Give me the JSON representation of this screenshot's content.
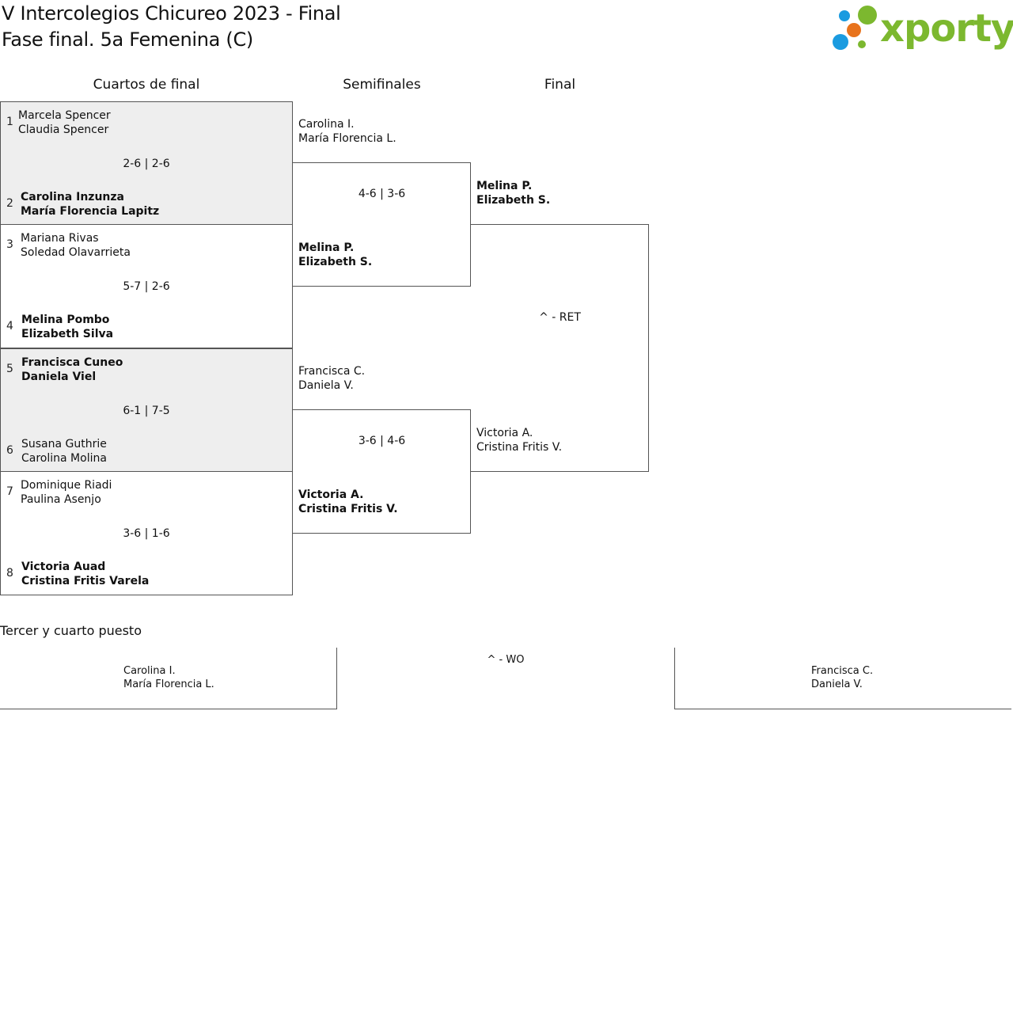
{
  "header": {
    "title_line1": "V Intercolegios Chicureo 2023 - Final",
    "title_line2": "Fase final. 5a Femenina (C)",
    "logo_text": "xporty",
    "brand_green": "#7cb82f",
    "brand_blue": "#1a9be0",
    "brand_orange": "#e8731c"
  },
  "rounds": {
    "quarters": "Cuartos de final",
    "semis": "Semifinales",
    "final": "Final"
  },
  "quarterfinals": [
    {
      "top": {
        "seed": "1",
        "p1": "Marcela Spencer",
        "p2": "Claudia Spencer"
      },
      "score": "2-6 | 2-6",
      "bottom": {
        "seed": "2",
        "p1": "Carolina Inzunza",
        "p2": "María Florencia Lapitz"
      },
      "winner": "bottom"
    },
    {
      "top": {
        "seed": "3",
        "p1": "Mariana Rivas",
        "p2": "Soledad Olavarrieta"
      },
      "score": "5-7 | 2-6",
      "bottom": {
        "seed": "4",
        "p1": "Melina Pombo",
        "p2": "Elizabeth Silva"
      },
      "winner": "bottom"
    },
    {
      "top": {
        "seed": "5",
        "p1": "Francisca Cuneo",
        "p2": "Daniela Viel"
      },
      "score": "6-1 | 7-5",
      "bottom": {
        "seed": "6",
        "p1": "Susana Guthrie",
        "p2": "Carolina Molina"
      },
      "winner": "top"
    },
    {
      "top": {
        "seed": "7",
        "p1": "Dominique Riadi",
        "p2": "Paulina Asenjo"
      },
      "score": "3-6 | 1-6",
      "bottom": {
        "seed": "8",
        "p1": "Victoria Auad",
        "p2": "Cristina Fritis Varela"
      },
      "winner": "bottom"
    }
  ],
  "semifinals": [
    {
      "top": {
        "p1": "Carolina I.",
        "p2": "María Florencia L."
      },
      "score": "4-6 | 3-6",
      "bottom": {
        "p1": "Melina P.",
        "p2": "Elizabeth S."
      },
      "winner": "bottom"
    },
    {
      "top": {
        "p1": "Francisca C.",
        "p2": "Daniela V."
      },
      "score": "3-6 | 4-6",
      "bottom": {
        "p1": "Victoria A.",
        "p2": "Cristina Fritis V."
      },
      "winner": "bottom"
    }
  ],
  "final": {
    "top": {
      "p1": "Melina P.",
      "p2": "Elizabeth S."
    },
    "score": "^ - RET",
    "bottom": {
      "p1": "Victoria A.",
      "p2": "Cristina Fritis V."
    }
  },
  "third_place": {
    "label": "Tercer y cuarto puesto",
    "left": {
      "p1": "Carolina I.",
      "p2": "María Florencia L."
    },
    "score": "^ - WO",
    "right": {
      "p1": "Francisca C.",
      "p2": "Daniela V."
    }
  }
}
